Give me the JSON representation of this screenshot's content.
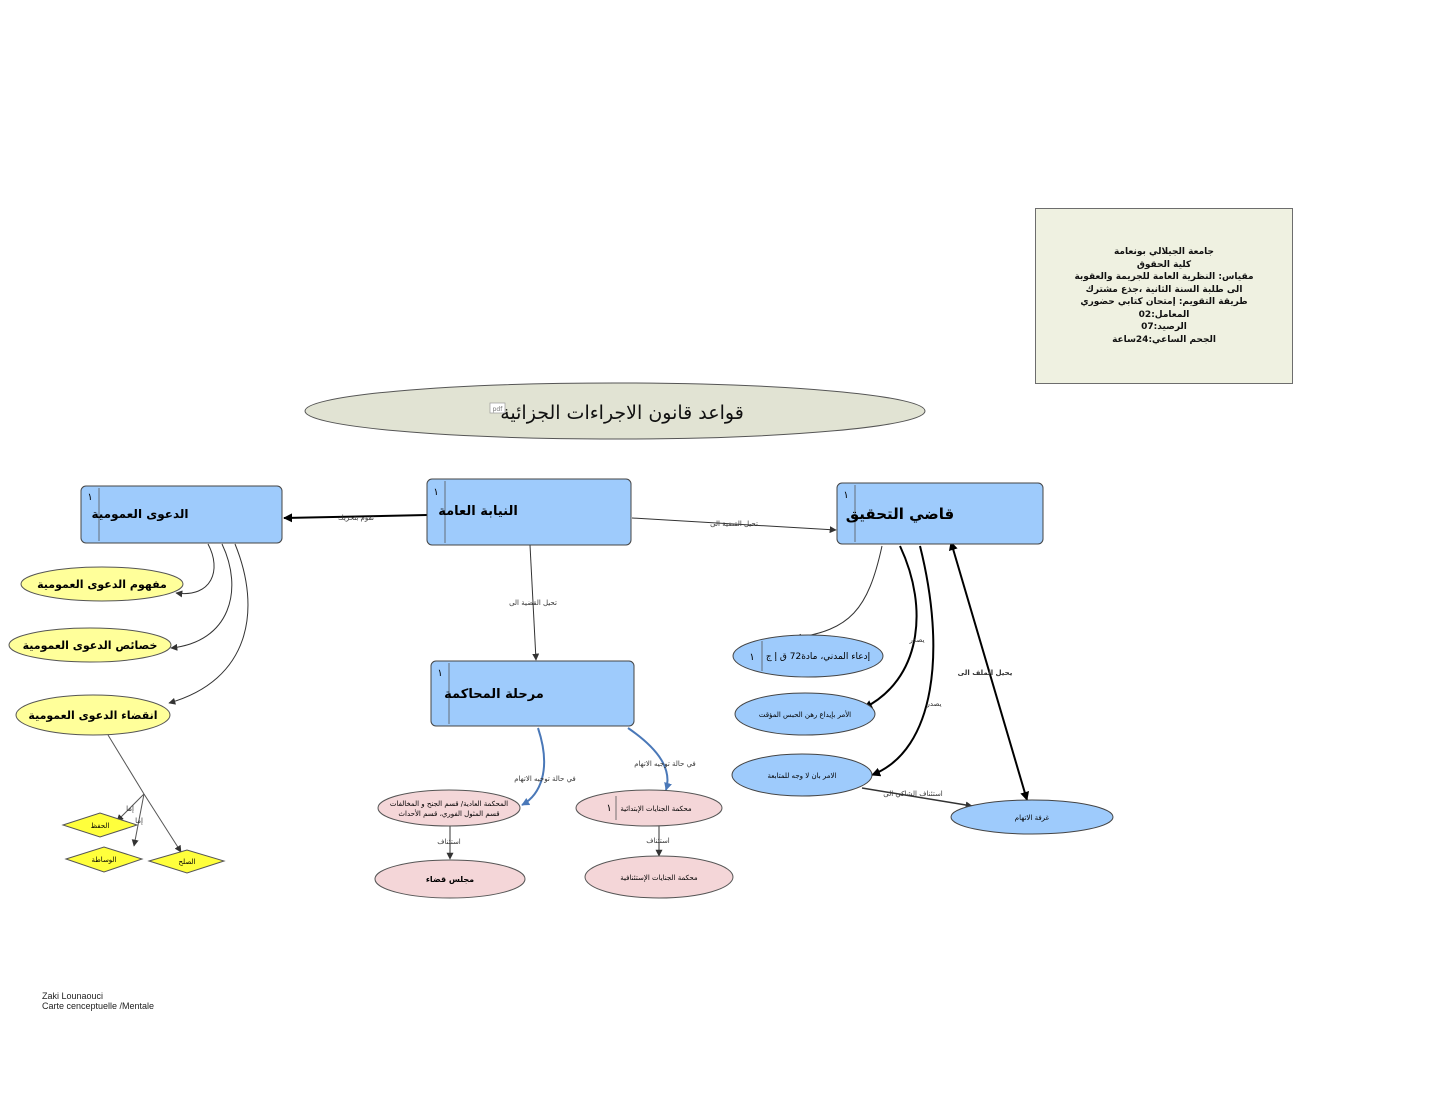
{
  "title": "قواعد قانون الاجراءات الجزائية",
  "title_badge": "pdf",
  "info_box": {
    "lines": [
      "جامعة الجيلالي بونعامة",
      "كلية الحقوق",
      "مقياس: النظرية العامة للجريمة والعقوبة",
      "الى طلبة السنة الثانية ،جذع مشترك",
      "طريقة التقويم: إمتحان كتابي حضوري",
      "المعامل:02",
      "الرصيد:07",
      "الجحم الساعي:24ساعة"
    ]
  },
  "nodes": {
    "niyaba": "النيابة العامة",
    "dawa": "الدعوى العمومية",
    "qadi": "قاضي التحقيق",
    "muhakama": "مرحلة المحاكمة",
    "mafhum": "مفهوم الدعوى العمومية",
    "khasais": "خصائص الدعوى العمومية",
    "inqida": "انقضاء الدعوى العمومية",
    "hifz": "الحفظ",
    "wasata": "الوساطة",
    "sulh": "الصلح",
    "madani_line1": "إدعاء المدني، مادة72 ق إ ج",
    "ahbas": "الأمر بإيداع رهن الحبس المؤقت",
    "la_wajh": "الامر بان لا وجه للمتابعة",
    "ghurfa": "غرفة الاتهام",
    "mahkama_line1": "المحكمة العادية/ قسم الجنح و المخالفات",
    "mahkama_line2": "قسم المثول الفوري، قسم الأحداث",
    "majlis": "مجلس قضاء",
    "jinayat_ibtidaiya": "محكمة الجنايات الإبتدائية",
    "jinayat_istinafiya": "محكمة الجنايات الإستئنافية"
  },
  "edge_labels": {
    "taqum": "تقوم بتحريك",
    "tuhil_qadi": "تحيل القضية الى",
    "tuhil_muhakama": "تحيل القضية الى",
    "yusdir1": "يصدر",
    "yusdir2": "يصدر",
    "yuhil_malaf": "يحيل الملف الى",
    "istinaf_shaki": "استئناف الشاكي الى",
    "tawjih1": "في حالة توجيه الاتهام",
    "tawjih2": "في حالة توجيه الاتهام",
    "istinaf1": "استئناف",
    "istinaf2": "استئناف",
    "imma1": "إما",
    "imma2": "إما"
  },
  "node_marks": [
    "١",
    "١",
    "١",
    "١",
    "١",
    "١"
  ],
  "footer": {
    "line1": "Zaki Lounaouci",
    "line2": "Carte cenceptuelle /Mentale"
  },
  "colors": {
    "box_blue": "#9ecbfc",
    "ellipse_yellow": "#ffff9a",
    "diamond_yellow": "#ffff3c",
    "ellipse_pink": "#f4d6d8",
    "title_ellipse": "#e1e3d3",
    "info_box": "#eff1e1",
    "edge_blue": "#4a78b8"
  }
}
